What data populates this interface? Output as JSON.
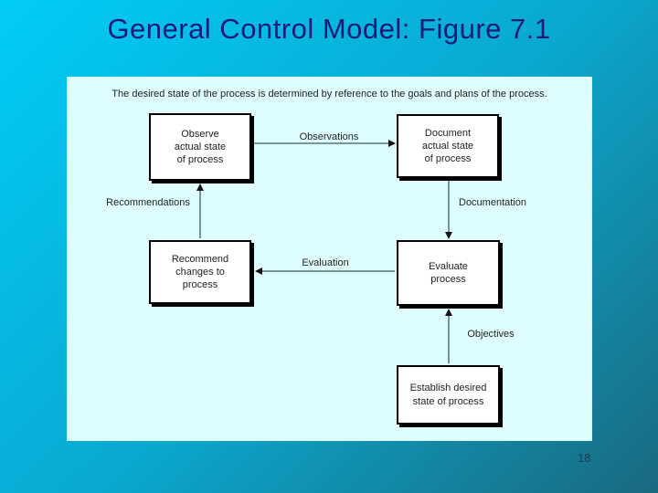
{
  "slide": {
    "title": "General Control Model: Figure 7.1",
    "page_number": "18"
  },
  "diagram": {
    "caption": "The desired state of the process is determined by reference to the goals and plans of the process.",
    "boxes": [
      {
        "id": "observe",
        "label": "Observe actual state of process"
      },
      {
        "id": "document",
        "label": "Document actual state of process"
      },
      {
        "id": "recommend",
        "label": "Recommend changes to process"
      },
      {
        "id": "evaluate",
        "label": "Evaluate process"
      },
      {
        "id": "establish",
        "label": "Establish desired state of process"
      }
    ],
    "arrows": [
      {
        "id": "observations",
        "label": "Observations",
        "from": "observe",
        "to": "document"
      },
      {
        "id": "recommendations",
        "label": "Recommendations",
        "from": "recommend",
        "to": "observe"
      },
      {
        "id": "documentation",
        "label": "Documentation",
        "from": "document",
        "to": "evaluate"
      },
      {
        "id": "evaluation",
        "label": "Evaluation",
        "from": "evaluate",
        "to": "recommend"
      },
      {
        "id": "objectives",
        "label": "Objectives",
        "from": "establish",
        "to": "evaluate"
      }
    ]
  },
  "colors": {
    "background_top_left": "#00ccf8",
    "background_bottom_right": "#1a697f",
    "panel_background": "#defdfe",
    "title_text": "#1a1a7a",
    "box_background": "#ffffff",
    "box_border": "#000000",
    "connector_line": "#3c5a64",
    "page_number_text": "#1d3a50"
  }
}
